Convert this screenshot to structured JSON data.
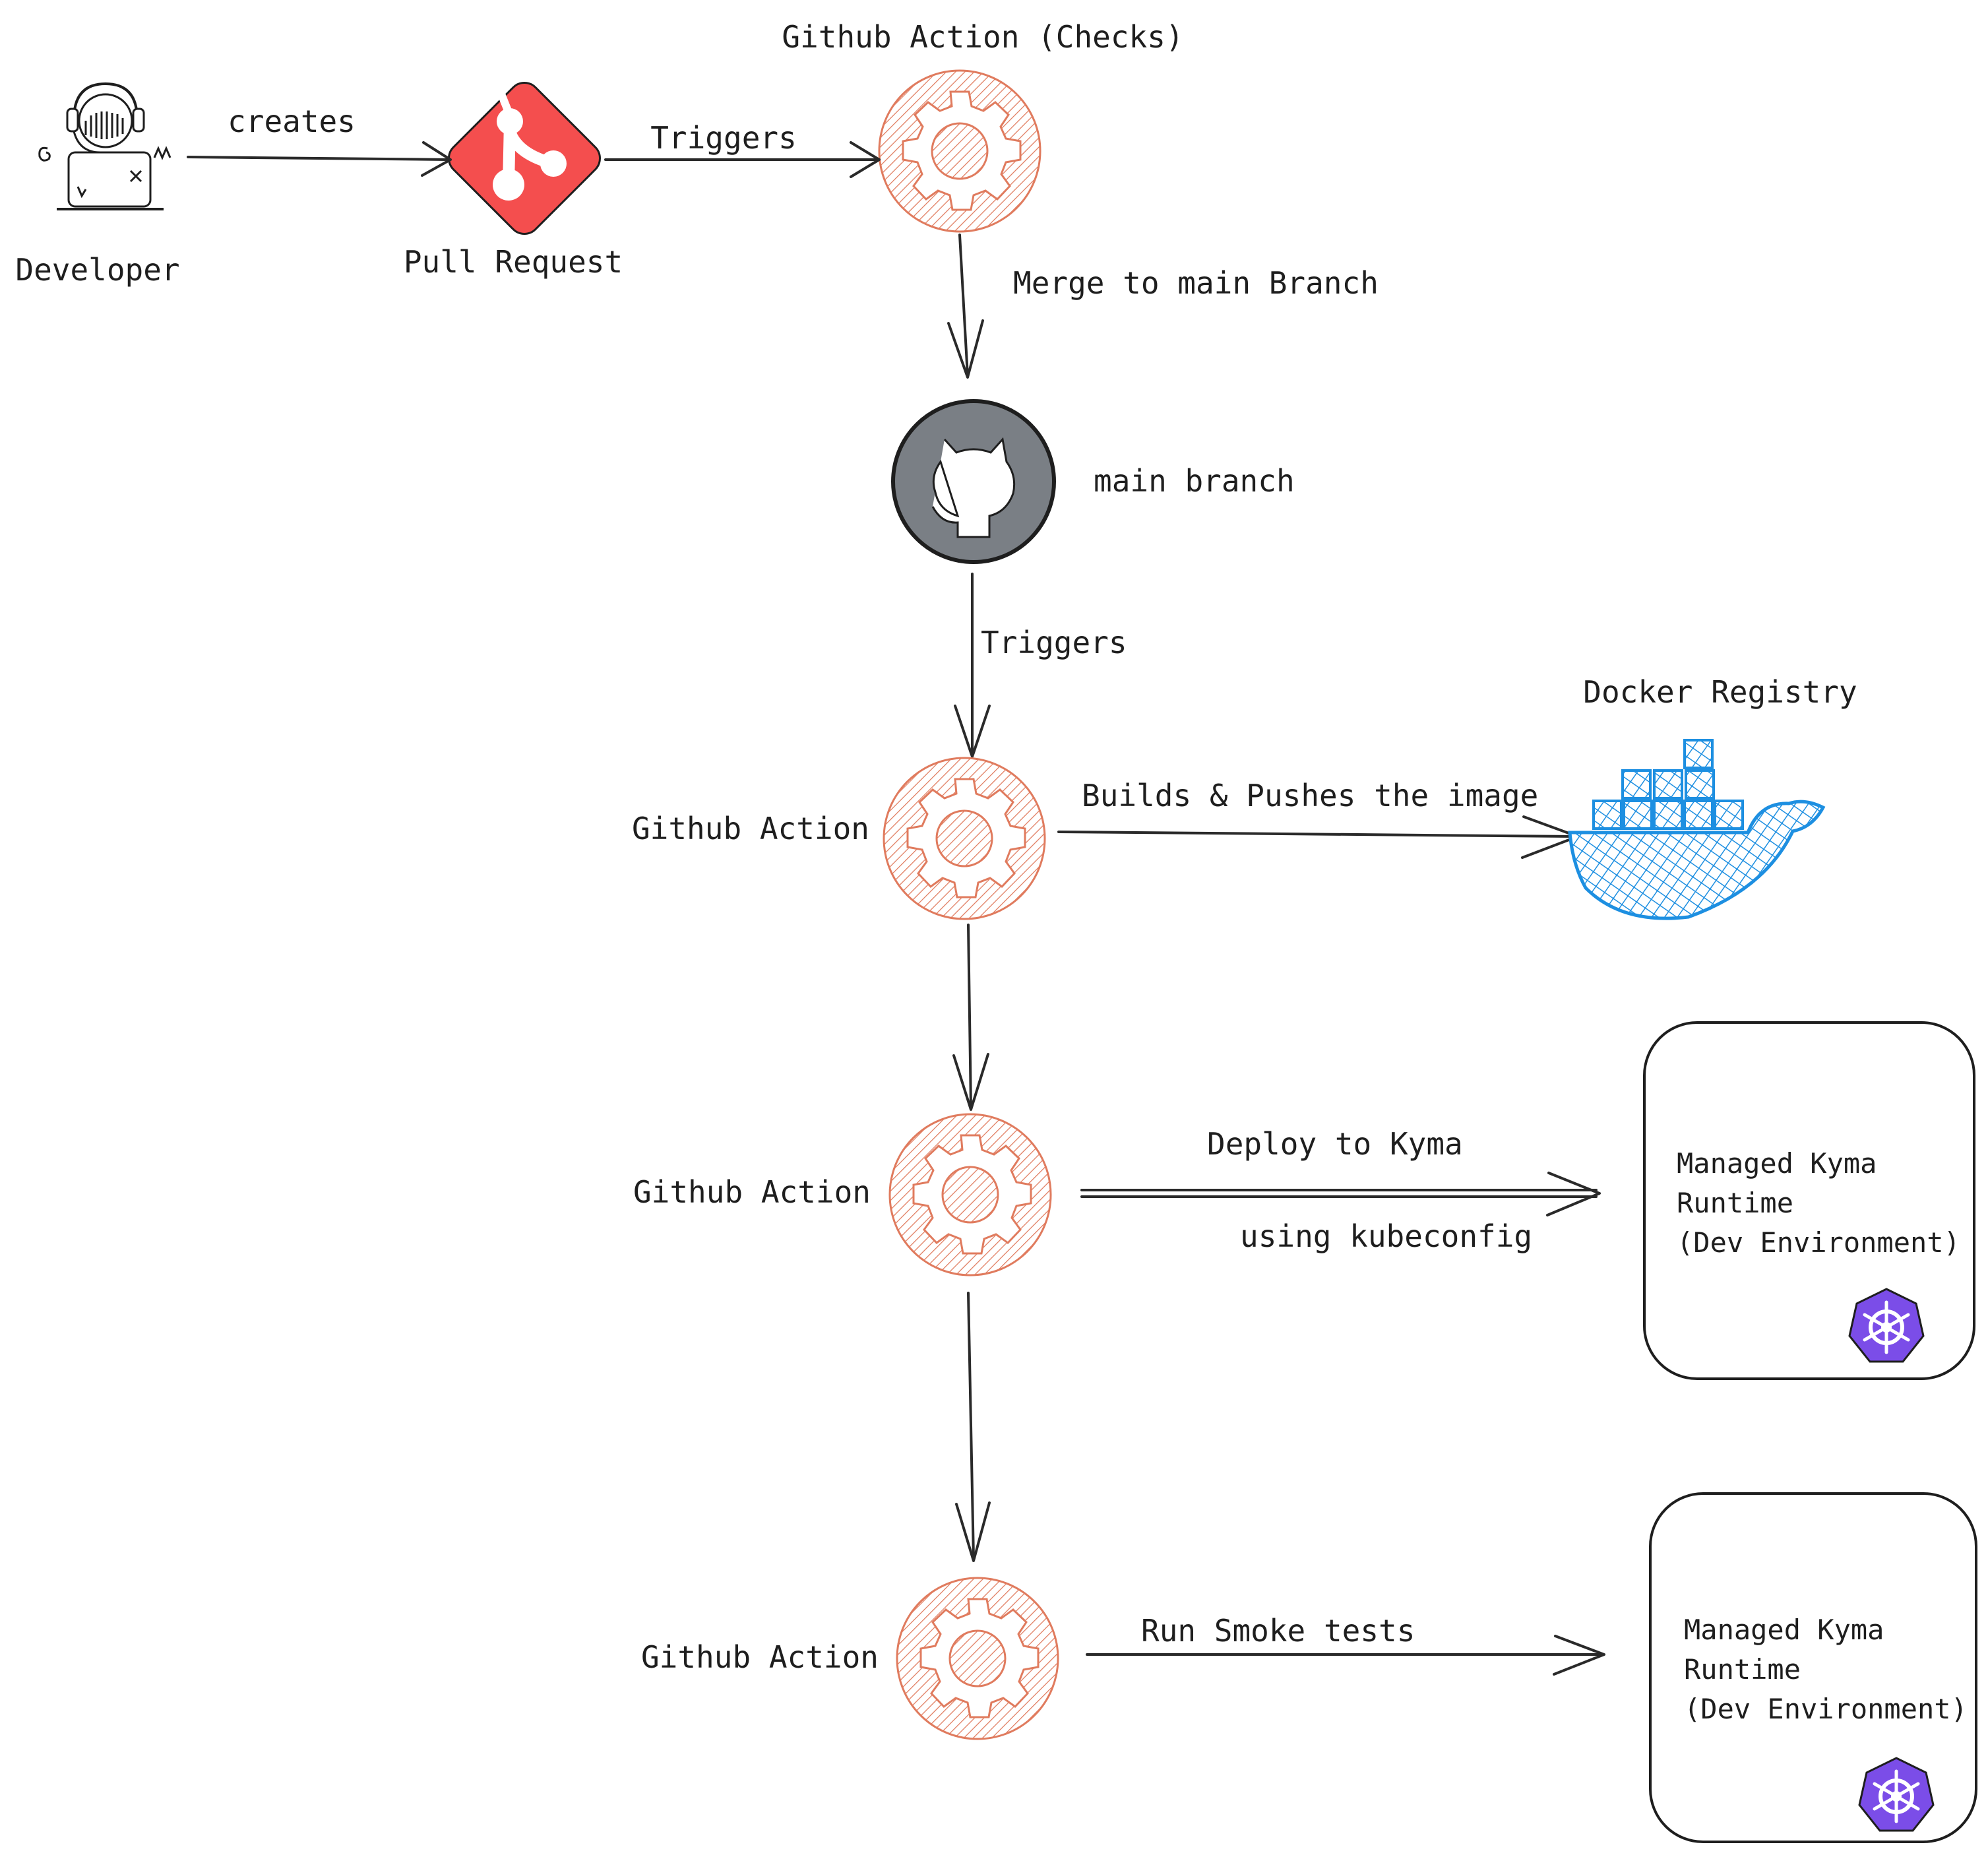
{
  "nodes": {
    "developer": "Developer",
    "pull_request": "Pull Request",
    "checks_action": "Github Action (Checks)",
    "main_branch": "main branch",
    "build_action": "Github Action",
    "deploy_action": "Github Action",
    "test_action": "Github Action",
    "docker_registry": "Docker Registry",
    "kyma_runtime_1": [
      "Managed Kyma",
      "Runtime",
      "(Dev Environment)"
    ],
    "kyma_runtime_2": [
      "Managed Kyma",
      "Runtime",
      "(Dev Environment)"
    ]
  },
  "edges": {
    "creates": "creates",
    "triggers_checks": "Triggers",
    "merge": "Merge to main Branch",
    "triggers_build": "Triggers",
    "build_push": "Builds & Pushes the image",
    "deploy": "Deploy to Kyma",
    "deploy_sub": "using kubeconfig",
    "smoke": "Run Smoke tests"
  },
  "colors": {
    "action_orange": "#e07b5e",
    "pr_red": "#f44e4e",
    "github_gray": "#7a7f85",
    "docker_blue": "#1d8fe1",
    "kubernetes_purple": "#7b4de8"
  },
  "icons": {
    "developer": "developer-headset-icon",
    "pull_request": "git-pull-request-icon",
    "github": "github-octocat-icon",
    "action": "gear-icon",
    "docker": "docker-whale-icon",
    "kubernetes": "kubernetes-helm-icon"
  }
}
